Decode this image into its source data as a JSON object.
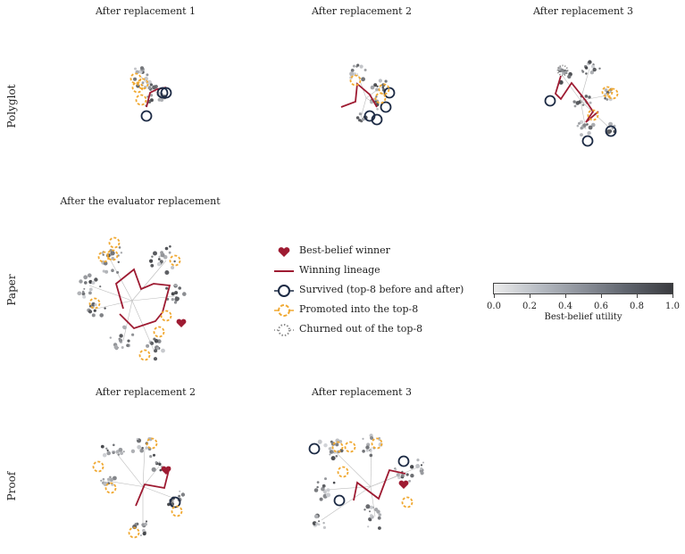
{
  "rows": {
    "polyglot": "Polyglot",
    "paper": "Paper",
    "proof": "Proof"
  },
  "titles": {
    "poly1": "After replacement 1",
    "poly2": "After replacement 2",
    "poly3": "After replacement 3",
    "paper": "After the evaluator replacement",
    "proof2": "After replacement 2",
    "proof3": "After replacement 3"
  },
  "legend": {
    "winner": "Best-belief winner",
    "lineage": "Winning lineage",
    "survived": "Survived (top-8 before and after)",
    "promoted": "Promoted into the top-8",
    "churned": "Churned out of the top-8"
  },
  "colorbar": {
    "label": "Best-belief utility",
    "ticks": [
      "0.0",
      "0.2",
      "0.4",
      "0.6",
      "0.8",
      "1.0"
    ]
  },
  "colors": {
    "lineage": "#9e1b32",
    "survived": "#1c2a44",
    "promoted": "#f0a830",
    "churned": "#8a8a8a",
    "node": "#8d9096",
    "edge": "#bbbbbb"
  }
}
